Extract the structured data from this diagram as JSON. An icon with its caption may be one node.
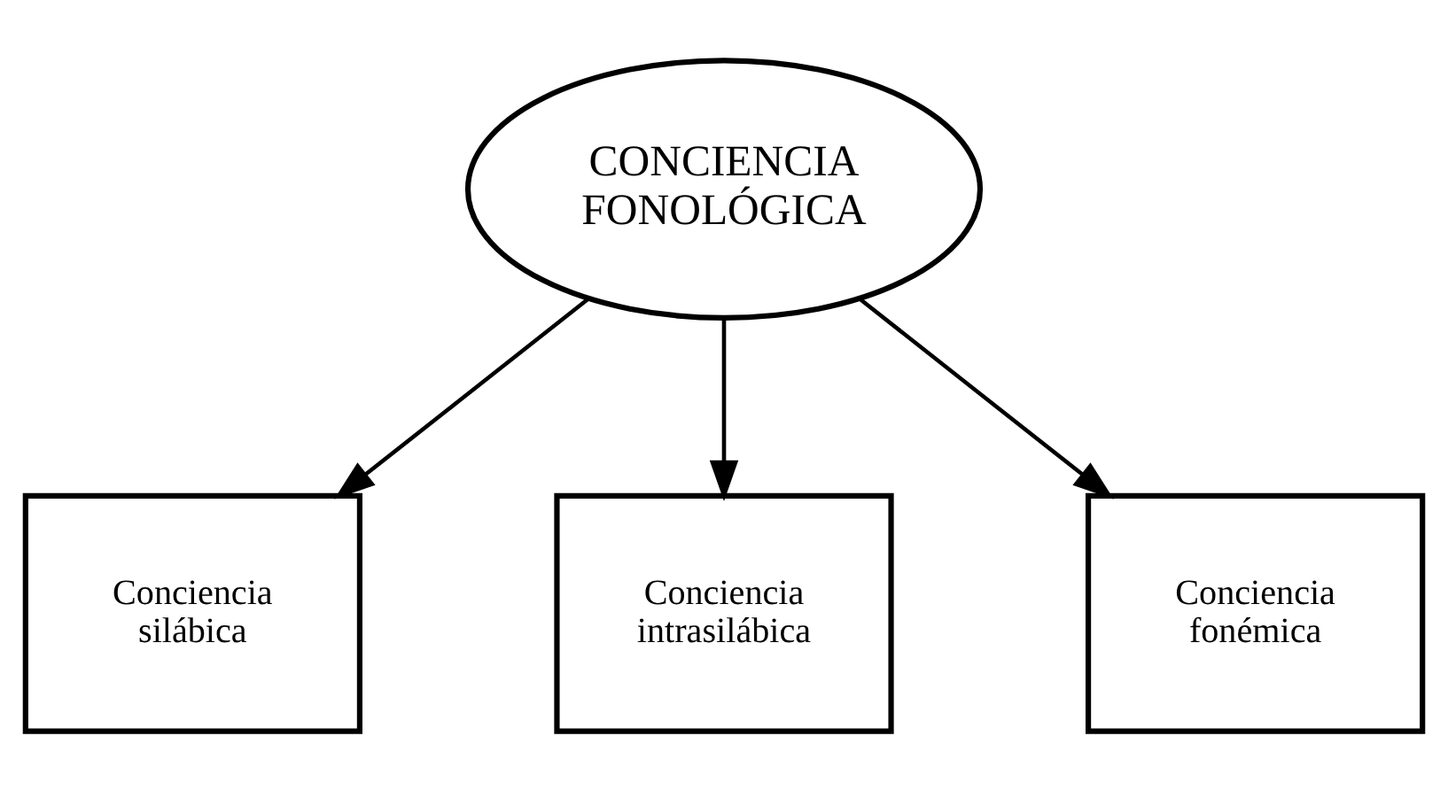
{
  "diagram": {
    "nodes": [
      {
        "text": [
          "CONCIENCIA FONOLÓGICA"
        ]
      },
      {
        "text": [
          "Conciencia silábica"
        ]
      },
      {
        "text": [
          "Conciencia intrasilábica"
        ]
      },
      {
        "text": [
          "Conciencia fonémica"
        ]
      }
    ],
    "edges": [
      {
        "from": 0,
        "to": 1,
        "arrow": "to"
      },
      {
        "from": 0,
        "to": 2,
        "arrow": "to"
      },
      {
        "from": 0,
        "to": 3,
        "arrow": "to"
      }
    ]
  }
}
